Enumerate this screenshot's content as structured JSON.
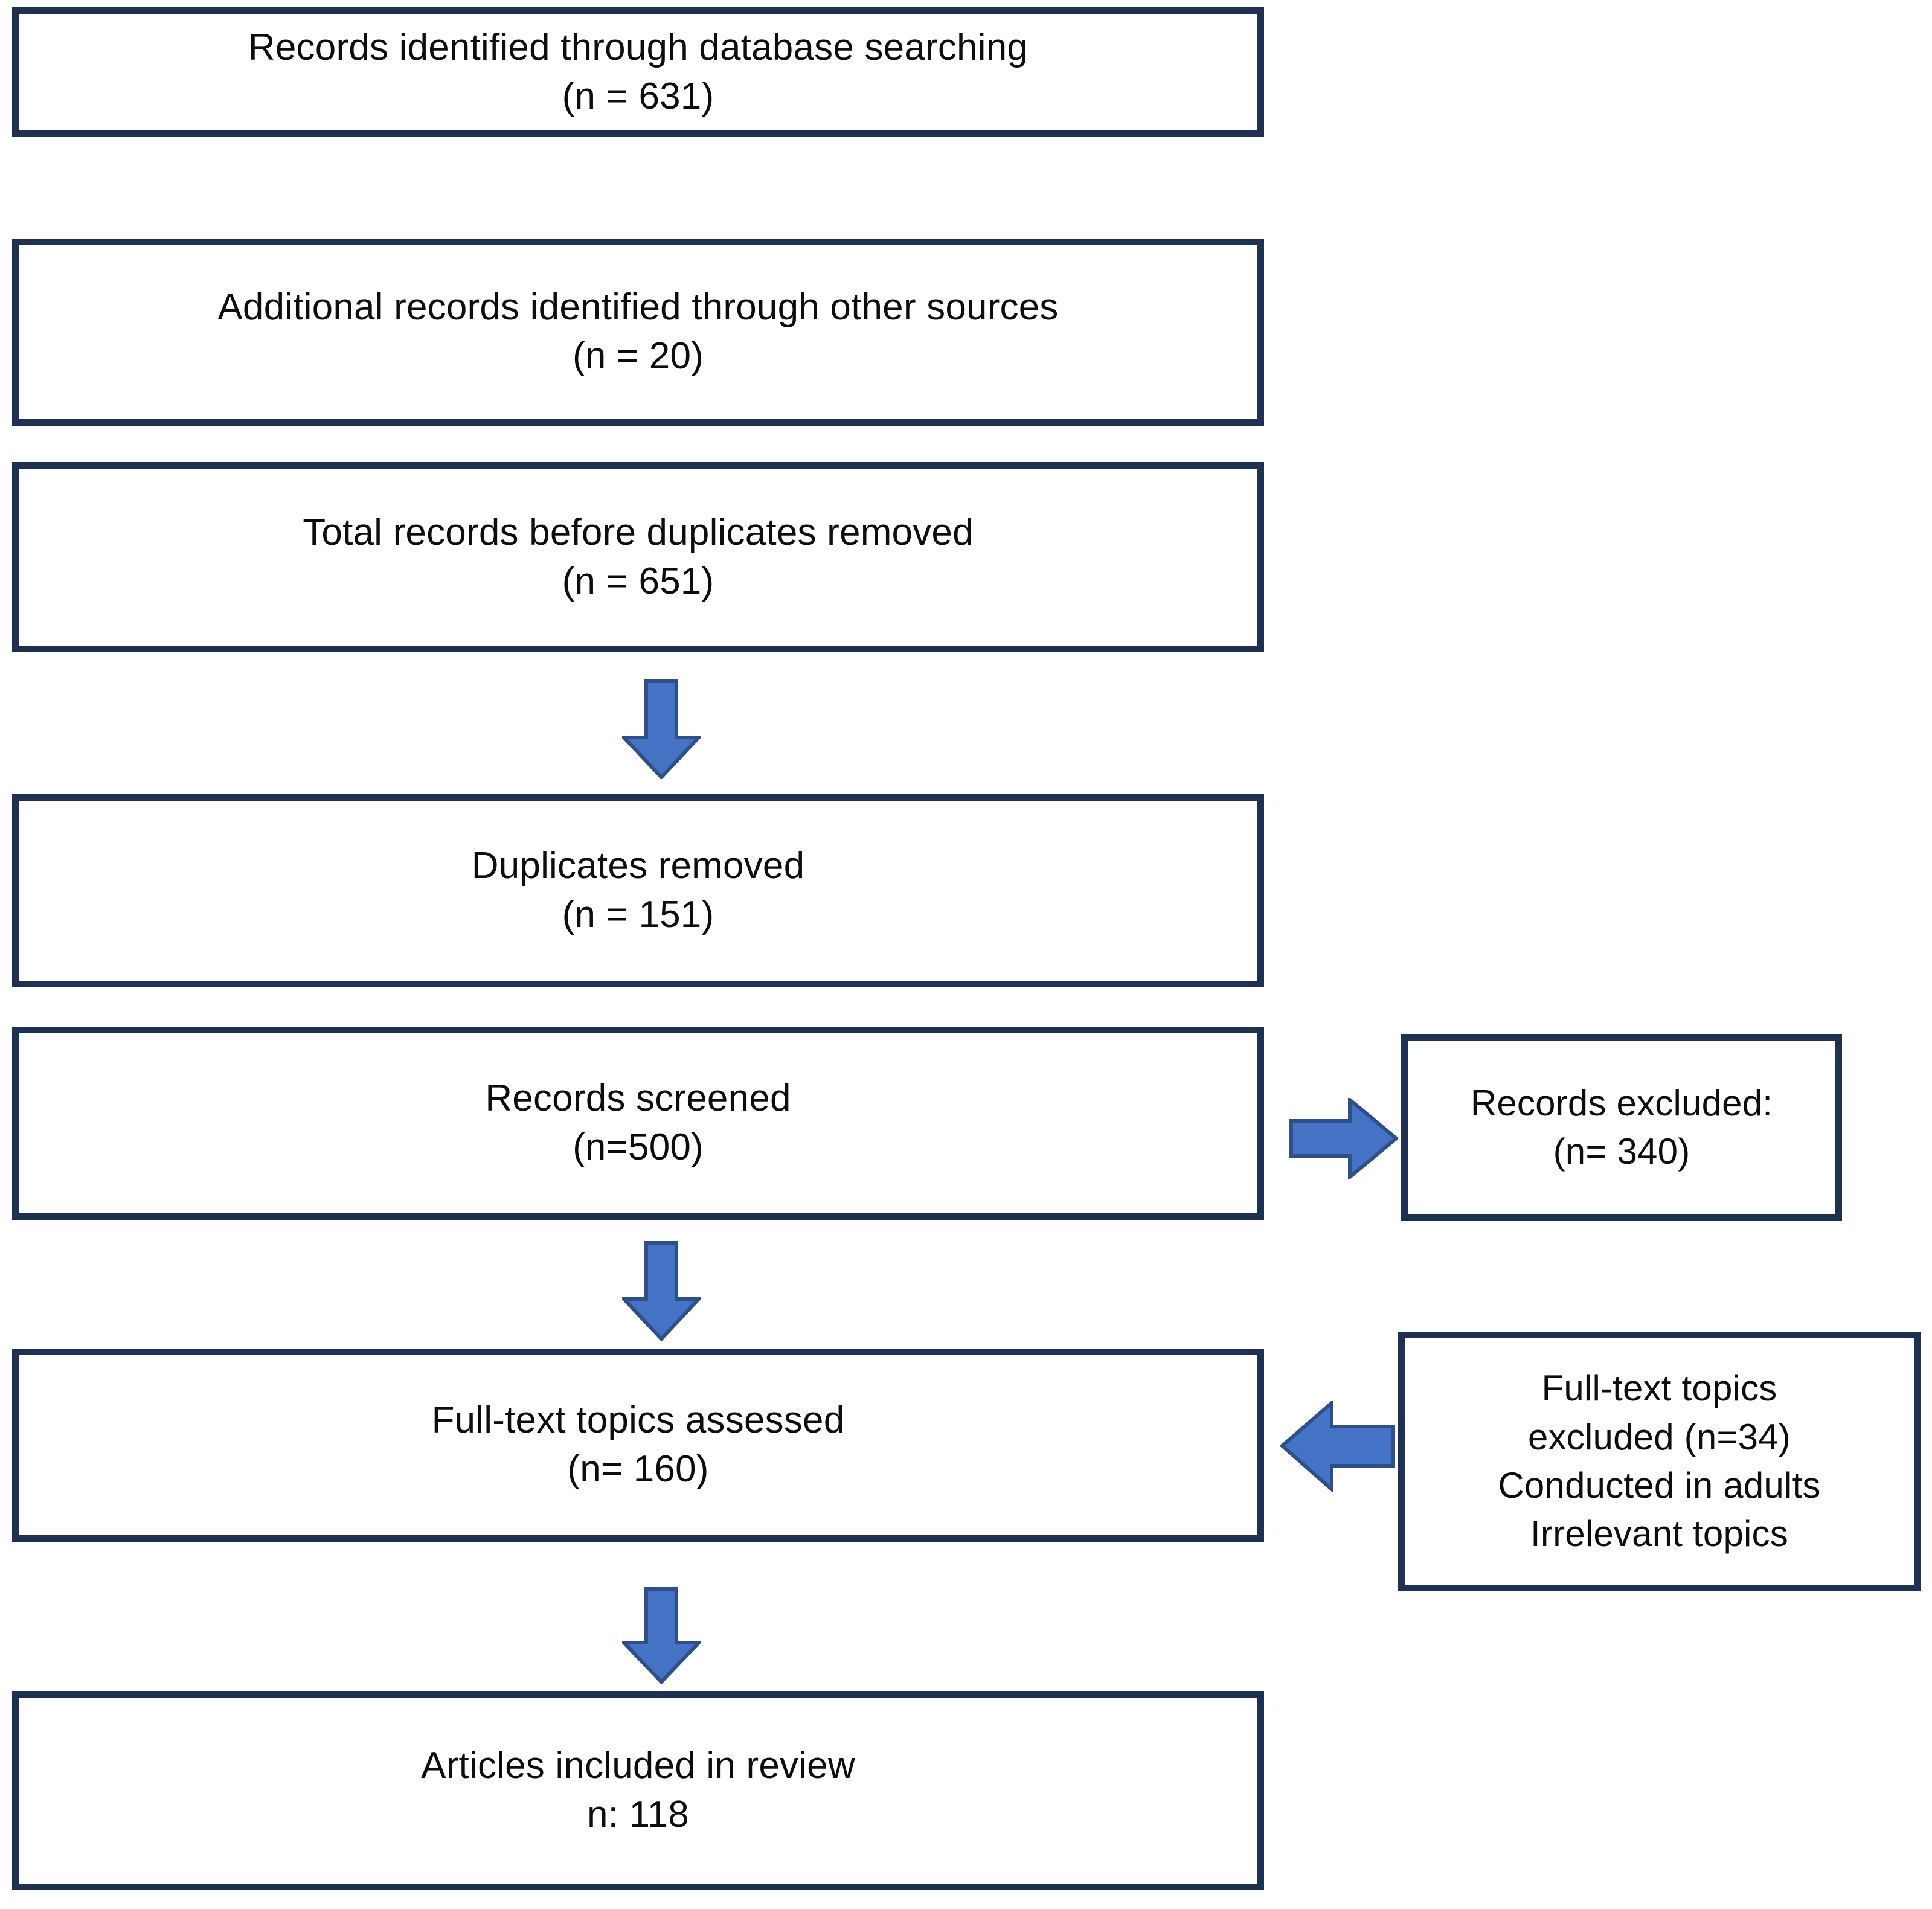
{
  "diagram": {
    "type": "prisma-flow-diagram",
    "title": "PRISMA study selection flow diagram",
    "colors": {
      "box_border": "#1F3153",
      "box_fill": "#FFFFFF",
      "arrow_fill": "#4472C4",
      "arrow_stroke": "#2E4F87",
      "text": "#0D0D0D"
    },
    "main_boxes": [
      {
        "id": "records-identified-database",
        "lines": [
          "Records identified through database searching",
          "(n = 631)"
        ],
        "count": 631
      },
      {
        "id": "additional-records-other-sources",
        "lines": [
          "Additional records identified through other sources",
          "(n = 20)"
        ],
        "count": 20
      },
      {
        "id": "total-records-before-duplicates",
        "lines": [
          "Total records before duplicates removed",
          "(n = 651)"
        ],
        "count": 651
      },
      {
        "id": "duplicates-removed",
        "lines": [
          "Duplicates removed",
          "(n = 151)"
        ],
        "count": 151
      },
      {
        "id": "records-screened",
        "lines": [
          "Records screened",
          "(n=500)"
        ],
        "count": 500
      },
      {
        "id": "full-text-topics-assessed",
        "lines": [
          "Full-text topics assessed",
          "(n= 160)"
        ],
        "count": 160
      },
      {
        "id": "articles-included-in-review",
        "lines": [
          "Articles included in review",
          "n: 118"
        ],
        "count": 118
      }
    ],
    "side_boxes": [
      {
        "id": "records-excluded",
        "lines": [
          "Records excluded:",
          "(n= 340)"
        ],
        "count": 340
      },
      {
        "id": "full-text-topics-excluded",
        "lines": [
          "Full-text topics",
          "excluded (n=34)",
          "Conducted in adults",
          "Irrelevant topics"
        ],
        "count": 34
      }
    ],
    "arrows": [
      {
        "id": "arrow-duplicates-down",
        "direction": "down"
      },
      {
        "id": "arrow-screened-to-fulltext-down",
        "direction": "down"
      },
      {
        "id": "arrow-fulltext-to-included-down",
        "direction": "down"
      },
      {
        "id": "arrow-screened-to-excluded-right",
        "direction": "right"
      },
      {
        "id": "arrow-fulltext-excluded-left",
        "direction": "left"
      }
    ]
  }
}
